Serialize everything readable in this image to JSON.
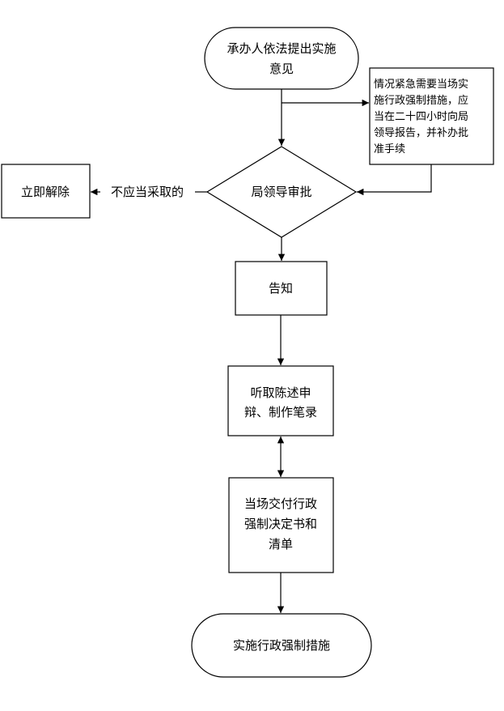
{
  "nodes": {
    "start": {
      "lines": [
        "承办人依法提出实施",
        "意见"
      ]
    },
    "emergency": {
      "lines": [
        "情况紧急需要当场实",
        "施行政强制措施，应",
        "当在二十四小时向局",
        "领导报告，并补办批",
        "准手续"
      ]
    },
    "review": {
      "lines": [
        "局领导审批"
      ]
    },
    "release": {
      "lines": [
        "立即解除"
      ]
    },
    "notify": {
      "lines": [
        "告知"
      ]
    },
    "hearing": {
      "lines": [
        "听取陈述申",
        "辩、制作笔录"
      ]
    },
    "deliver": {
      "lines": [
        "当场交付行政",
        "强制决定书和",
        "清单"
      ]
    },
    "end": {
      "lines": [
        "实施行政强制措施"
      ]
    }
  },
  "edges": {
    "reject_label": "不应当采取的"
  }
}
